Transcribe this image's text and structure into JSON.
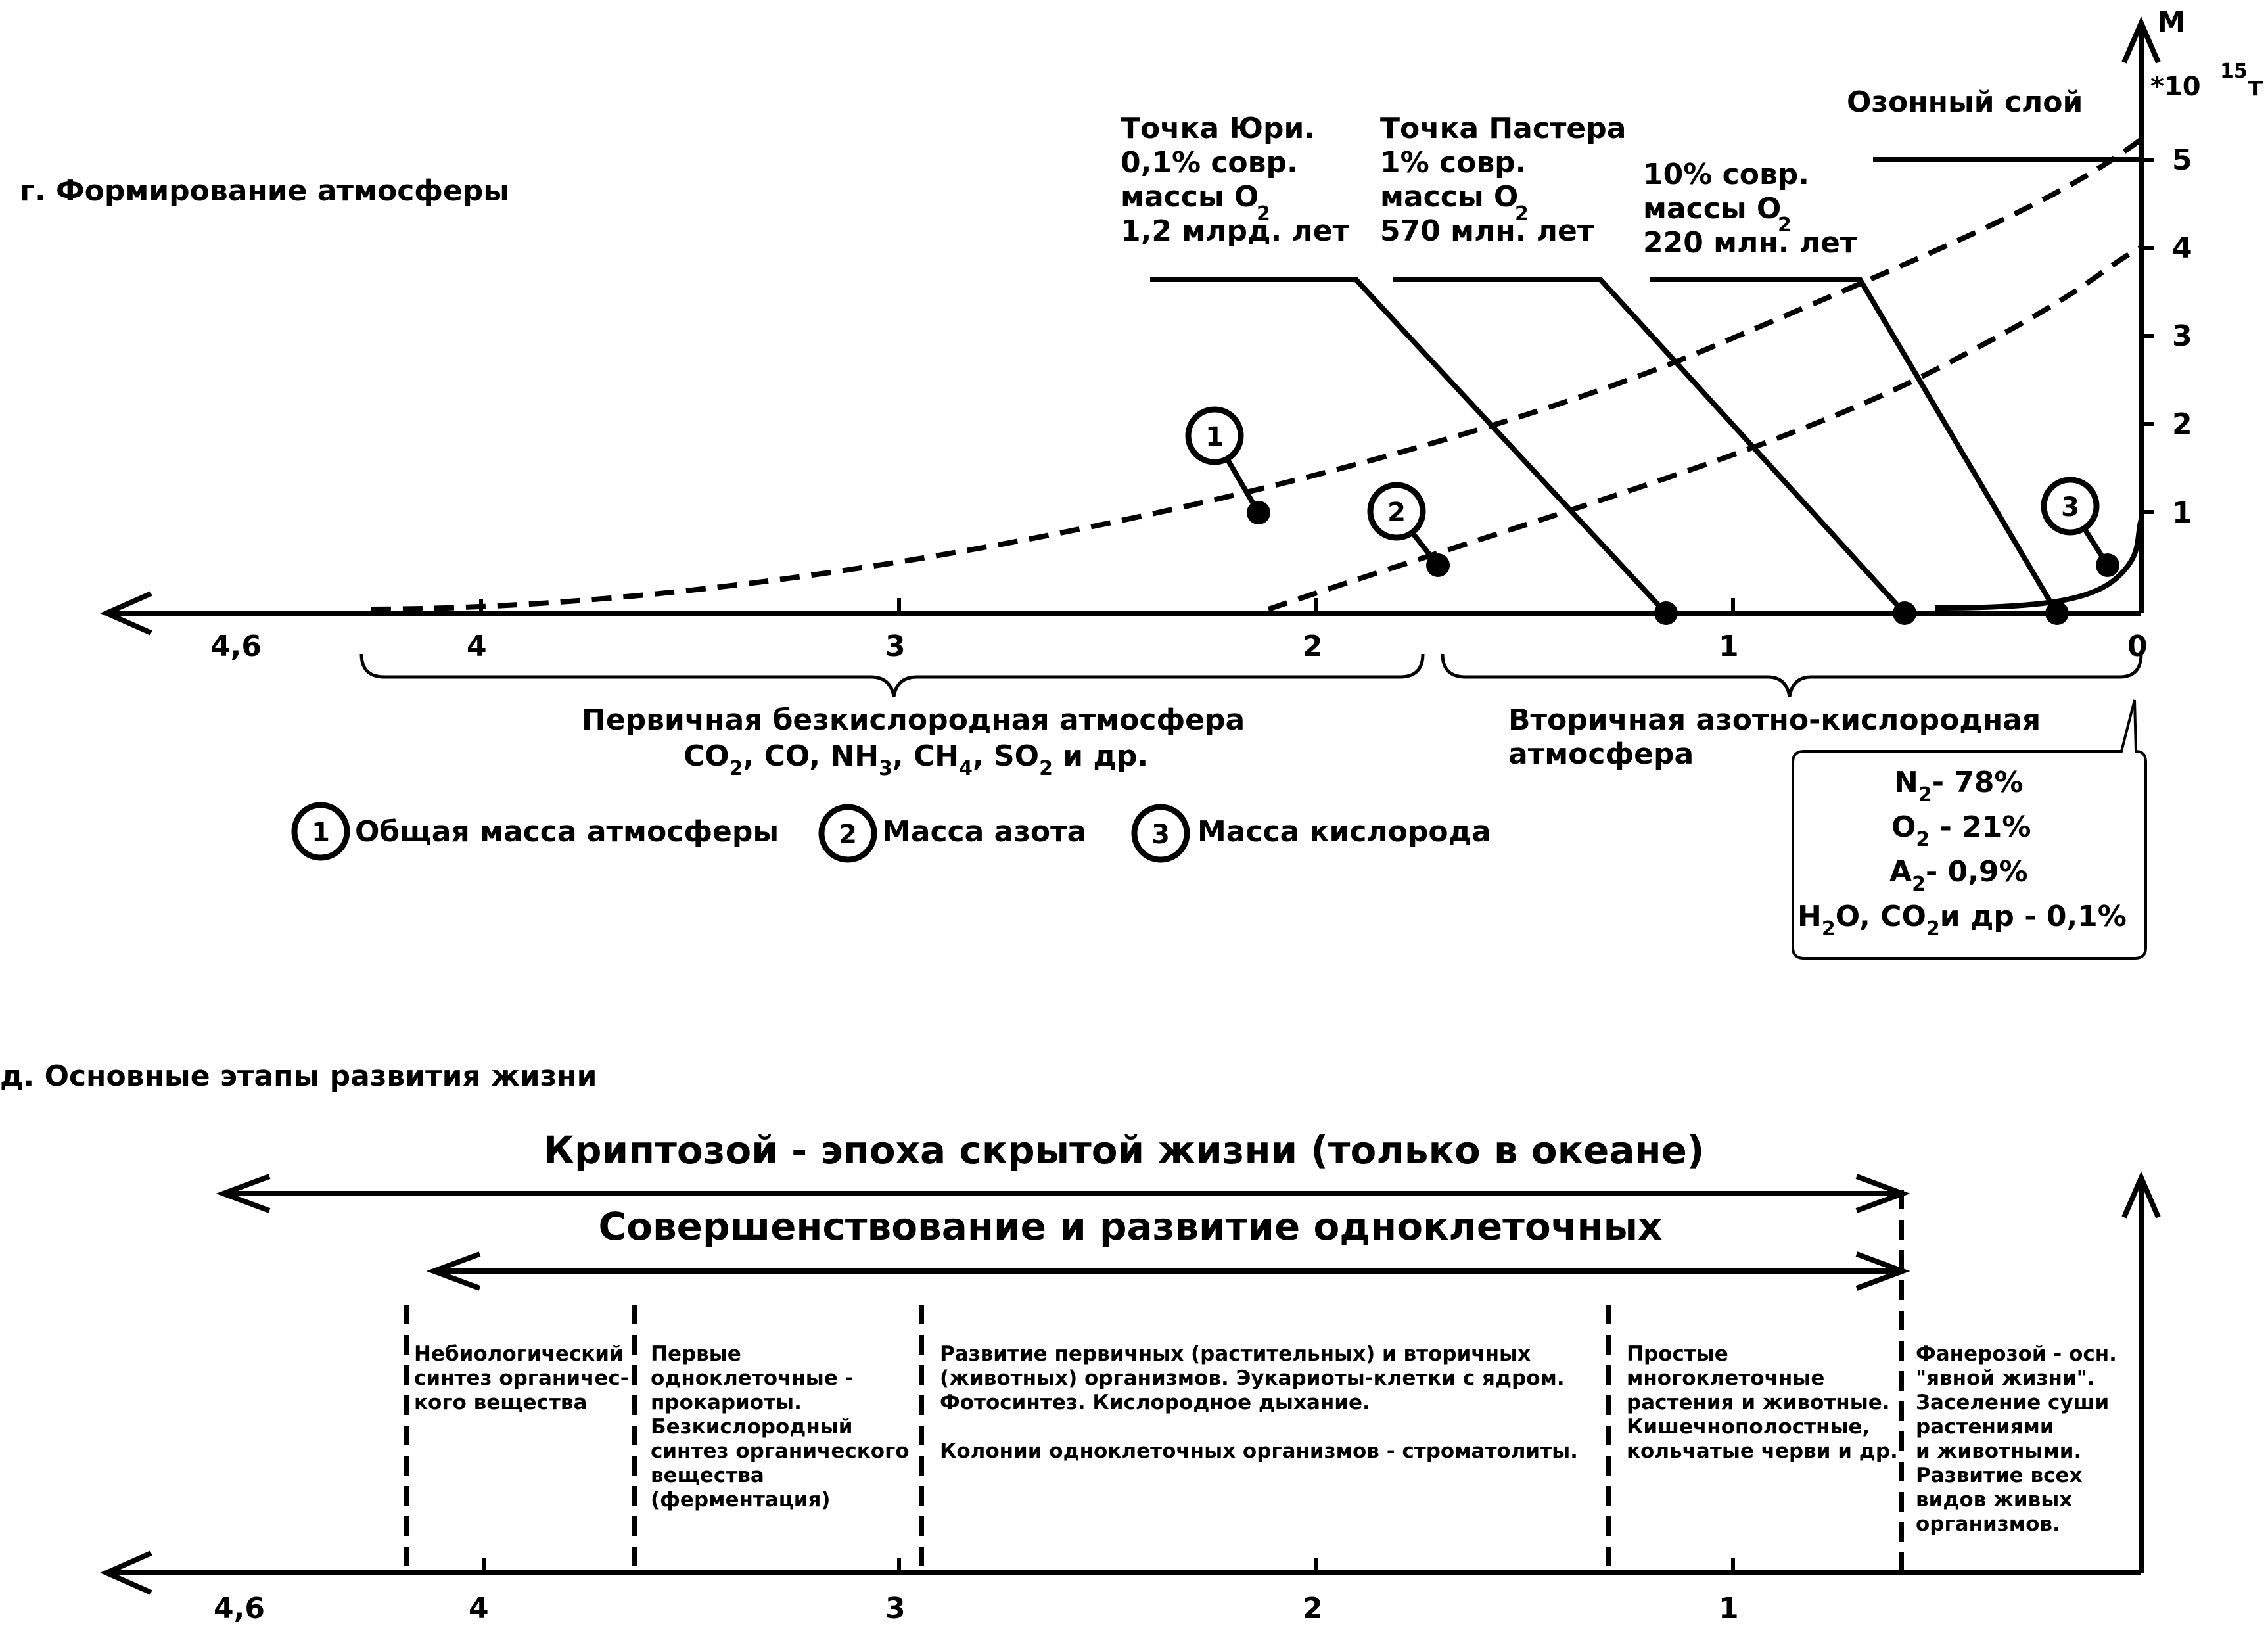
{
  "atmosphere": {
    "section_title": "г. Формирование атмосферы",
    "axis_m_label": "M",
    "axis_unit_prefix": "*10",
    "axis_unit_exp": "15",
    "axis_unit_suffix": "т",
    "y_ticks": [
      "1",
      "2",
      "3",
      "4",
      "5"
    ],
    "x_ticks": [
      "4,6",
      "4",
      "3",
      "2",
      "1",
      "0"
    ],
    "ozone_label": "Озонный слой",
    "urey_point": {
      "l1": "Точка Юри.",
      "l2": "0,1% совр.",
      "l3a": "массы O",
      "l3b": "2",
      "l4": "1,2 млрд. лет"
    },
    "pasteur_point": {
      "l1": "Точка Пастера",
      "l2": "1% совр.",
      "l3a": "массы O",
      "l3b": "2",
      "l4": "570 млн. лет"
    },
    "ten_percent": {
      "l1": "10% совр.",
      "l2a": "массы O",
      "l2b": "2",
      "l3": "220 млн. лет"
    },
    "primary": {
      "title": "Первичная безкислородная атмосфера",
      "f1": "CO",
      "s1": "2",
      "f2": ", CO, NH",
      "s2": "3",
      "f3": ", CH",
      "s3": "4",
      "f4": ", SO",
      "s4": "2",
      "f5": " и др."
    },
    "secondary": {
      "l1": "Вторичная азотно-кислородная",
      "l2": "атмосфера"
    },
    "composition": {
      "n2a": "N",
      "n2b": "2",
      "n2c": "- 78%",
      "o2a": "O",
      "o2b": "2",
      "o2c": " - 21%",
      "ara": "A",
      "arb": "2",
      "arc": "- 0,9%",
      "h2oa": "H",
      "h2ob": "2",
      "h2oc": "O, CO",
      "h2od": "2",
      "h2oe": "и др - 0,1%"
    },
    "legend": [
      {
        "num": "1",
        "label": "Общая масса атмосферы"
      },
      {
        "num": "2",
        "label": "Масса азота"
      },
      {
        "num": "3",
        "label": "Масса кислорода"
      }
    ],
    "curve_markers": [
      "1",
      "2",
      "3"
    ]
  },
  "life": {
    "section_title": "д. Основные этапы развития жизни",
    "cryptozoic": "Криптозой - эпоха скрытой жизни (только в океане)",
    "unicellular": "Совершенствование и развитие одноклеточных",
    "x_ticks": [
      "4,6",
      "4",
      "3",
      "2",
      "1"
    ],
    "stage1": [
      "Небиологический",
      "синтез органичес-",
      "кого вещества"
    ],
    "stage2": [
      "Первые",
      "одноклеточные -",
      "прокариоты.",
      "Безкислородный",
      "синтез органического",
      "вещества",
      "(ферментация)"
    ],
    "stage3": [
      "Развитие первичных (растительных) и вторичных",
      "(животных) организмов. Эукариоты-клетки с ядром.",
      "Фотосинтез. Кислородное дыхание.",
      "",
      "Колонии одноклеточных организмов - строматолиты."
    ],
    "stage4": [
      "Простые",
      "многоклеточные",
      "растения и животные.",
      "Кишечнополостные,",
      "кольчатые черви и др."
    ],
    "stage5": [
      "Фанерозой - осн.",
      "\"явной жизни\".",
      "Заселение суши",
      "растениями",
      "и животными.",
      "Развитие всех",
      "видов живых",
      "организмов."
    ]
  }
}
